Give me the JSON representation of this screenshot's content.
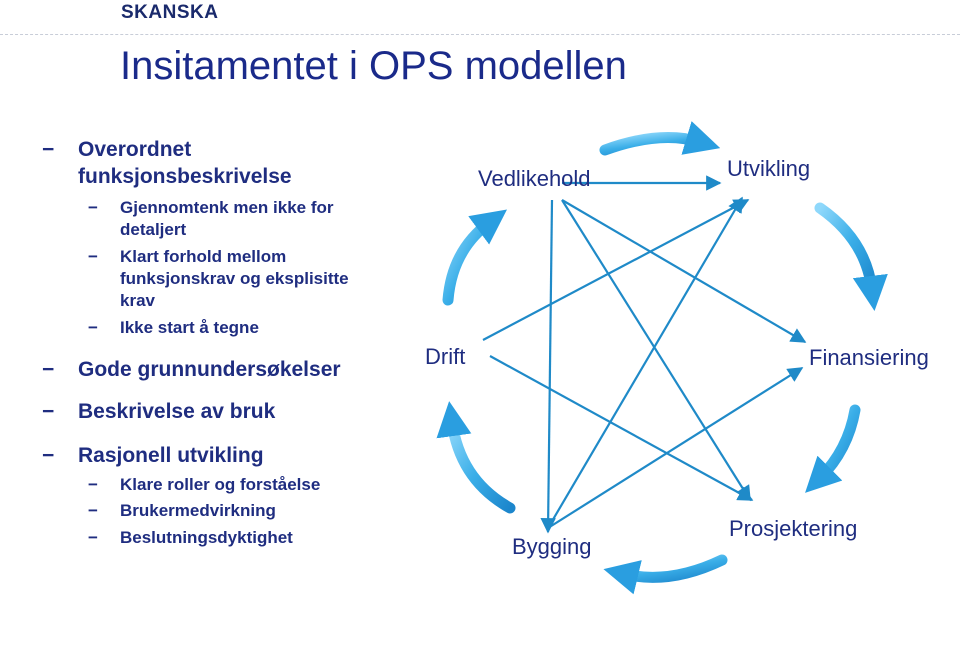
{
  "header": {
    "logo": "SKANSKA",
    "title": "Insitamentet i OPS modellen"
  },
  "bullets": {
    "dash": "−",
    "item1": {
      "line1": "Overordnet",
      "line2": "funksjonsbeskrivelse"
    },
    "item1_sub1": {
      "line1": "Gjennomtenk men ikke for",
      "line2": "detaljert"
    },
    "item1_sub2": {
      "line1": "Klart forhold mellom",
      "line2": "funksjonskrav og eksplisitte",
      "line3": "krav"
    },
    "item1_sub3": "Ikke start å tegne",
    "item2": "Gode grunnundersøkelser",
    "item3": "Beskrivelse av bruk",
    "item4": "Rasjonell utvikling",
    "item4_sub1": "Klare roller og forståelse",
    "item4_sub2": "Brukermedvirkning",
    "item4_sub3": "Beslutningsdyktighet"
  },
  "diagram": {
    "nodes": {
      "vedlikehold": "Vedlikehold",
      "utvikling": "Utvikling",
      "finansiering": "Finansiering",
      "prosjektering": "Prosjektering",
      "bygging": "Bygging",
      "drift": "Drift"
    },
    "colors": {
      "arrow": "#2196d8",
      "arrow_light": "#5fc3f2",
      "line": "#1f8ac8",
      "text": "#1f2d80"
    }
  }
}
